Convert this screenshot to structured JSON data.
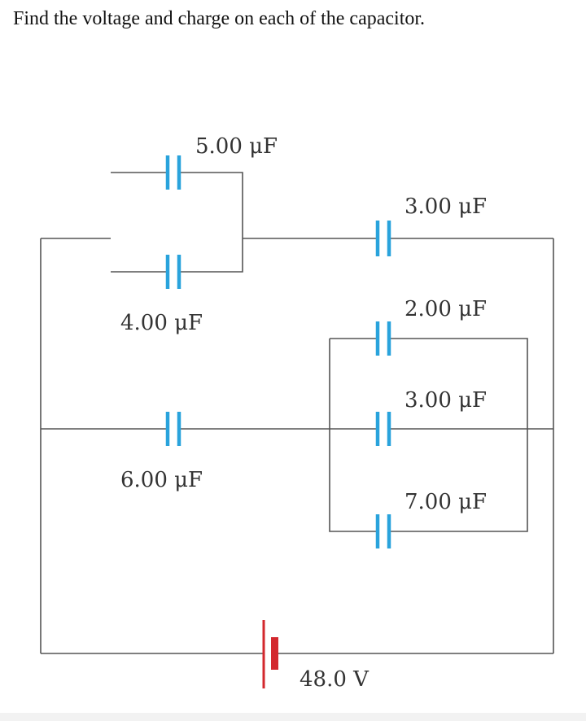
{
  "question": {
    "text": "Find the voltage and charge on each of the capacitor."
  },
  "circuit": {
    "colors": {
      "wire": "#555555",
      "capacitor": "#29a3dc",
      "battery": "#d3282e"
    },
    "capacitors": [
      {
        "id": "c5",
        "label": "5.00 μF",
        "icon": "capacitor-icon"
      },
      {
        "id": "c4",
        "label": "4.00 μF",
        "icon": "capacitor-icon"
      },
      {
        "id": "c3a",
        "label": "3.00 μF",
        "icon": "capacitor-icon"
      },
      {
        "id": "c2",
        "label": "2.00 μF",
        "icon": "capacitor-icon"
      },
      {
        "id": "c3b",
        "label": "3.00 μF",
        "icon": "capacitor-icon"
      },
      {
        "id": "c6",
        "label": "6.00 μF",
        "icon": "capacitor-icon"
      },
      {
        "id": "c7",
        "label": "7.00 μF",
        "icon": "capacitor-icon"
      }
    ],
    "battery": {
      "label": "48.0 V",
      "icon": "battery-icon"
    }
  }
}
